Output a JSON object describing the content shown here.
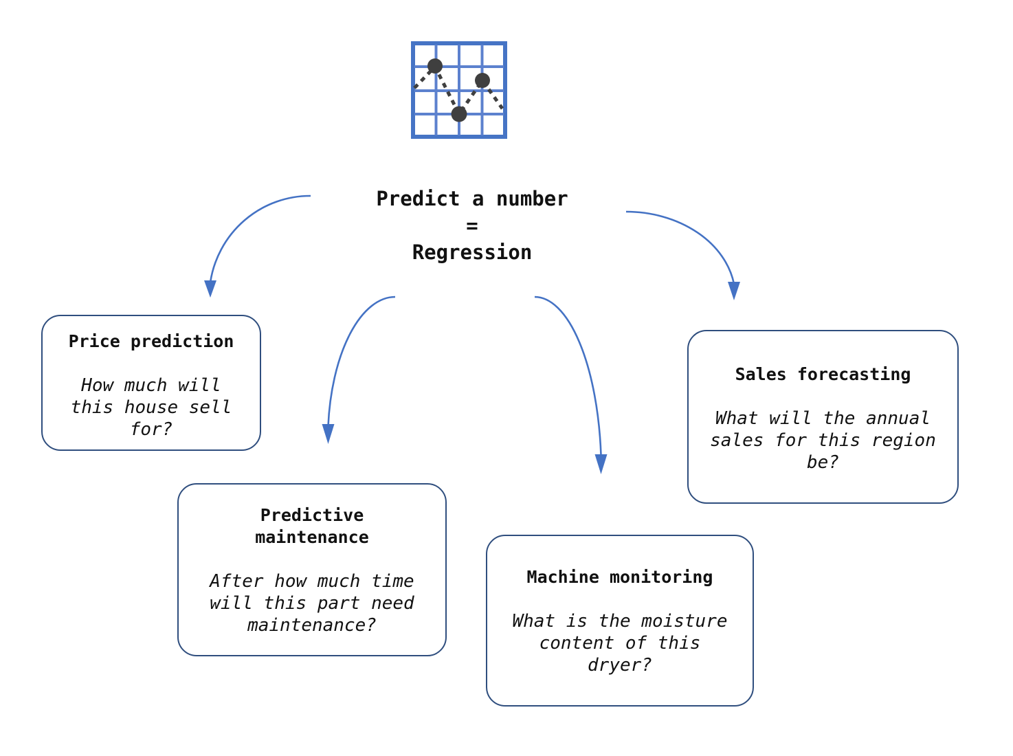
{
  "header": {
    "icon": "scatter-line-chart",
    "title": "Predict a number\n=\nRegression"
  },
  "nodes": [
    {
      "title": "Price prediction",
      "question": "How much will\nthis house sell\nfor?"
    },
    {
      "title": "Predictive\nmaintenance",
      "question": "After how much time\nwill this part need\nmaintenance?"
    },
    {
      "title": "Machine monitoring",
      "question": "What is the moisture\ncontent of this\ndryer?"
    },
    {
      "title": "Sales forecasting",
      "question": "What will the annual\nsales for this region\nbe?"
    }
  ],
  "colors": {
    "arrow": "#4472C4",
    "node_border": "#2F4E7E",
    "icon_grid": "#4674C5",
    "icon_grid_inner": "#5C81CE",
    "icon_points": "#3F3F3F",
    "text": "#111111"
  }
}
